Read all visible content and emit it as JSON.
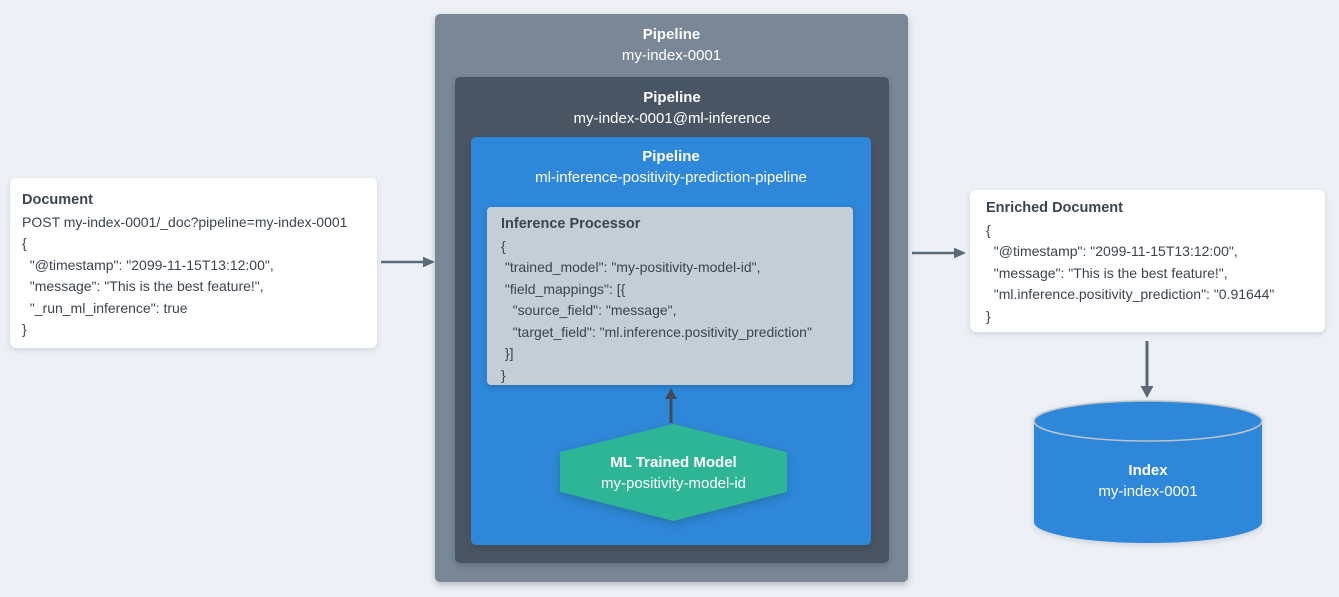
{
  "diagram": {
    "background": "#edf1f6",
    "arrow_color": "#5c6a78",
    "up_arrow_color": "#424a53"
  },
  "document_card": {
    "title": "Document",
    "lines": [
      "POST my-index-0001/_doc?pipeline=my-index-0001",
      "{",
      "  \"@timestamp\": \"2099-11-15T13:12:00\",",
      "  \"message\": \"This is the best feature!\",",
      "  \"_run_ml_inference\": true",
      "}"
    ]
  },
  "pipelines": {
    "outer": {
      "label": "Pipeline",
      "name": "my-index-0001",
      "color": "#7a8796"
    },
    "middle": {
      "label": "Pipeline",
      "name": "my-index-0001@ml-inference",
      "color": "#4a5563"
    },
    "inner": {
      "label": "Pipeline",
      "name": "ml-inference-positivity-prediction-pipeline",
      "color": "#2e87d8"
    }
  },
  "inference_processor": {
    "title": "Inference Processor",
    "background": "#c5ced7",
    "lines": [
      "{",
      " \"trained_model\": \"my-positivity-model-id\",",
      " \"field_mappings\": [{",
      "   \"source_field\": \"message\",",
      "   \"target_field\": \"ml.inference.positivity_prediction\"",
      " }]",
      "}"
    ]
  },
  "ml_trained_model": {
    "title": "ML Trained Model",
    "name": "my-positivity-model-id",
    "color": "#2db596"
  },
  "enriched_document_card": {
    "title": "Enriched Document",
    "lines": [
      "{",
      "  \"@timestamp\": \"2099-11-15T13:12:00\",",
      "  \"message\": \"This is the best feature!\",",
      "  \"ml.inference.positivity_prediction\": \"0.91644\"",
      "}"
    ]
  },
  "index": {
    "title": "Index",
    "name": "my-index-0001",
    "color": "#2e87d8"
  }
}
